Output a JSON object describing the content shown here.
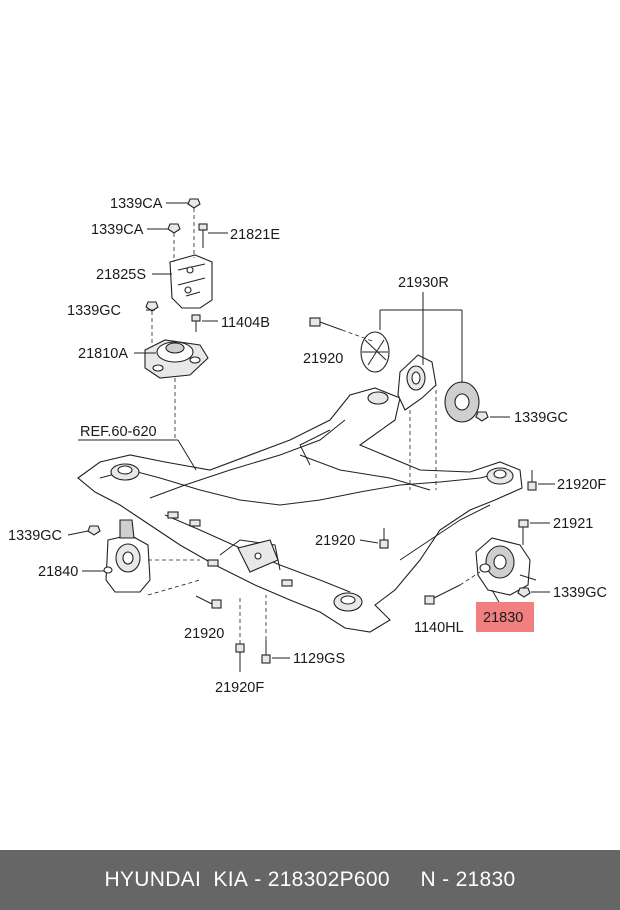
{
  "labels": {
    "l1339ca_top": "1339CA",
    "l1339ca_2": "1339CA",
    "l21821e": "21821E",
    "l21825s": "21825S",
    "l1339gc_top": "1339GC",
    "l11404b": "11404B",
    "l21810a": "21810A",
    "l21930r": "21930R",
    "l21920_top": "21920",
    "l1339gc_right": "1339GC",
    "lref": "REF.60-620",
    "l21920f_right": "21920F",
    "l1339gc_left": "1339GC",
    "l21920_mid": "21920",
    "l21921": "21921",
    "l21840": "21840",
    "l1339gc_br": "1339GC",
    "l1140hl": "1140HL",
    "l21830": "21830",
    "l21920_bottom": "21920",
    "l1129gs": "1129GS",
    "l21920f_bottom": "21920F"
  },
  "colors": {
    "highlight": "#f08080",
    "footer_bg": "#666666"
  },
  "footer": {
    "brand": "HYUNDAI  KIA",
    "sep1": " - ",
    "part_number": "218302P600",
    "gap": "     ",
    "n_label": "N",
    "sep2": " - ",
    "n_value": "21830"
  }
}
